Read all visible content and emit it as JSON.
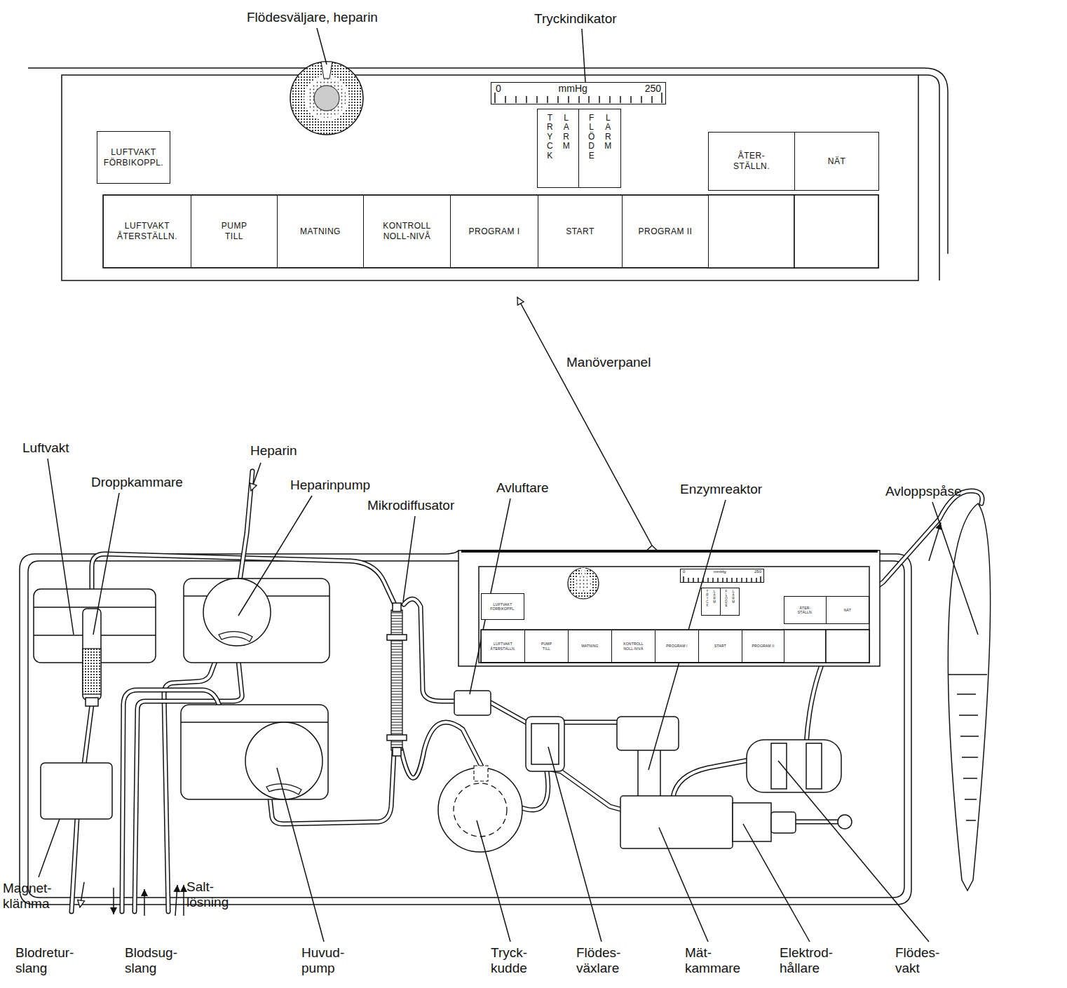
{
  "diagram": {
    "nodes": [
      {
        "text": [
          "LUFTVAKT FÖRBIKOPPL."
        ]
      },
      {
        "text": [
          "0",
          "mmHg",
          "250"
        ]
      },
      {
        "text": [
          "TRYCK",
          "LARM"
        ]
      },
      {
        "text": [
          "FLÖDE",
          "LARM"
        ]
      },
      {
        "text": [
          "ÅTER- STÄLLN."
        ]
      },
      {
        "text": [
          "NÄT"
        ]
      },
      {
        "text": [
          "LUFTVAKT ÅTERSTÄLLN."
        ]
      },
      {
        "text": [
          "PUMP TILL"
        ]
      },
      {
        "text": [
          "MATNING"
        ]
      },
      {
        "text": [
          "KONTROLL NOLL-NIVÅ"
        ]
      },
      {
        "text": [
          "PROGRAM I"
        ]
      },
      {
        "text": [
          "START"
        ]
      },
      {
        "text": [
          "PROGRAM II"
        ]
      },
      {
        "text": [
          "LUFTVAKT FÖRBIKOPPL."
        ]
      },
      {
        "text": [
          "0",
          "mmHg",
          "250"
        ]
      },
      {
        "text": [
          "TRYCK",
          "LARM"
        ]
      },
      {
        "text": [
          "FLÖDE",
          "LARM"
        ]
      },
      {
        "text": [
          "ÅTER- STÄLLN."
        ]
      },
      {
        "text": [
          "NÄT"
        ]
      },
      {
        "text": [
          "LUFTVAKT ÅTERSTÄLLN."
        ]
      },
      {
        "text": [
          "PUMP TILL"
        ]
      },
      {
        "text": [
          "MATNING"
        ]
      },
      {
        "text": [
          "KONTROLL NOLL-NIVÅ"
        ]
      },
      {
        "text": [
          "PROGRAM I"
        ]
      },
      {
        "text": [
          "START"
        ]
      },
      {
        "text": [
          "PROGRAM II"
        ]
      }
    ],
    "labels": [
      "Flödesväljare, heparin",
      "Tryckindikator",
      "Manöverpanel",
      "Luftvakt",
      "Droppkammare",
      "Heparin",
      "Heparinpump",
      "Mikrodiffusator",
      "Avluftare",
      "Enzymreaktor",
      "Avloppspåse",
      "Magnet- klämma",
      "Salt- lösning",
      "Blodretur- slang",
      "Blodsug- slang",
      "Huvud- pump",
      "Tryck- kudde",
      "Flödes- växlare",
      "Mät- kammare",
      "Elektrod- hållare",
      "Flödes- vakt"
    ]
  }
}
